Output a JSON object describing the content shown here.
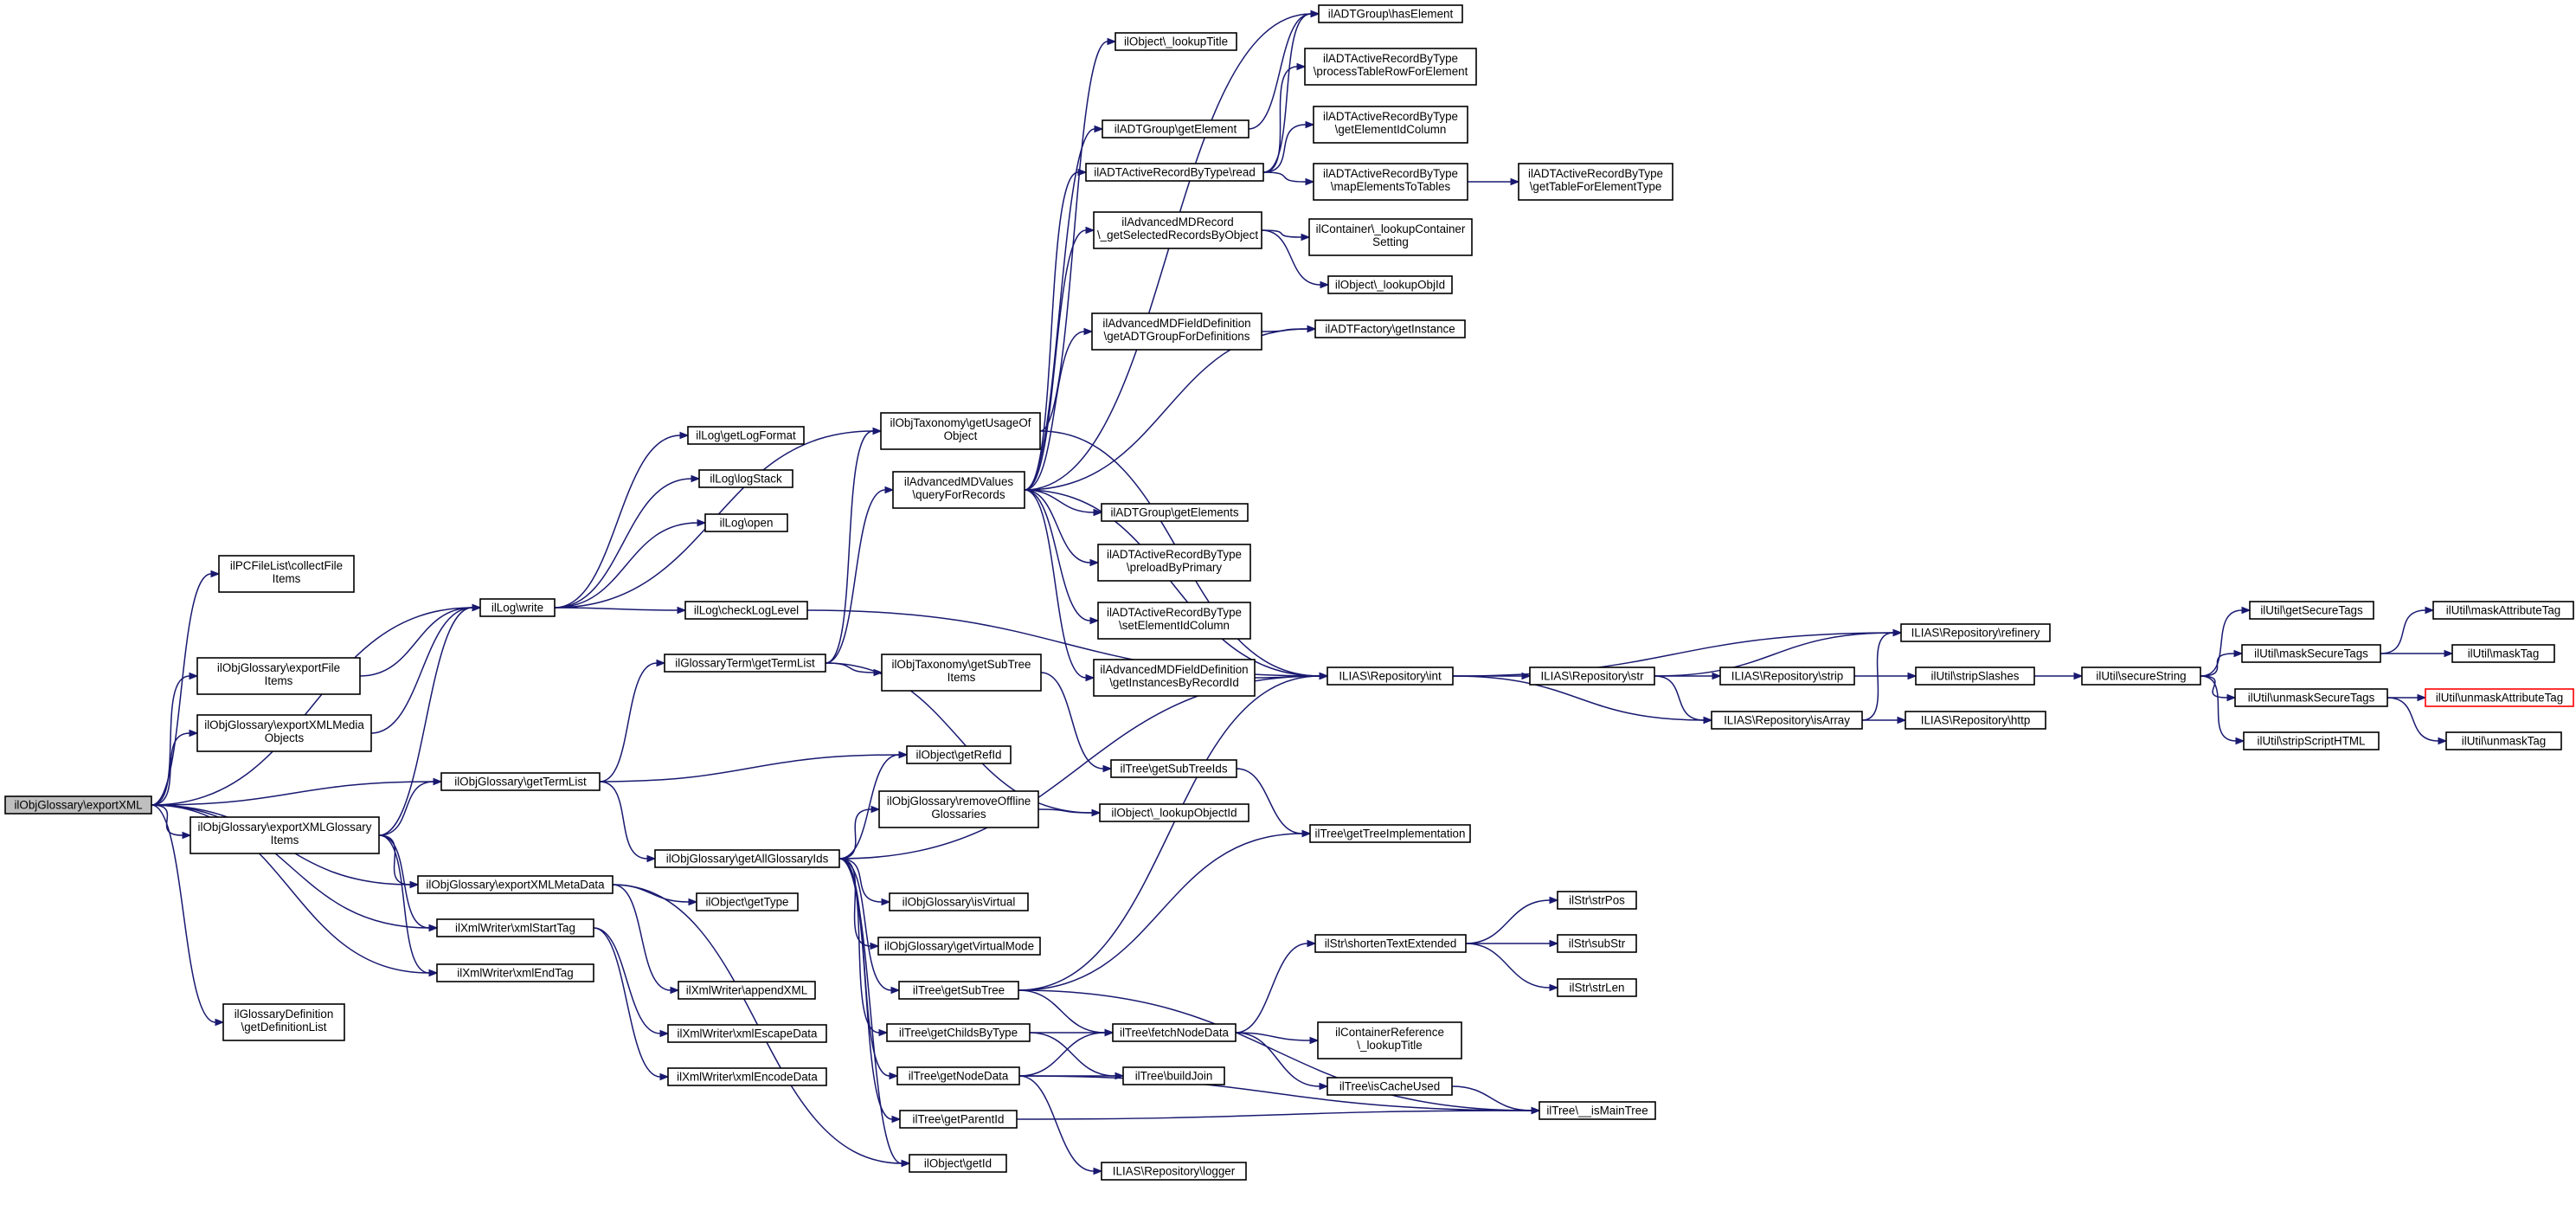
{
  "nodes": {
    "root": [
      "ilObjGlossary\\exportXML"
    ],
    "collectFile": [
      "ilPCFileList\\collectFile",
      "Items"
    ],
    "exportFile": [
      "ilObjGlossary\\exportFile",
      "Items"
    ],
    "exportXMLMedia": [
      "ilObjGlossary\\exportXMLMedia",
      "Objects"
    ],
    "exportXMLGlossaryItems": [
      "ilObjGlossary\\exportXMLGlossary",
      "Items"
    ],
    "getDefinitionList": [
      "ilGlossaryDefinition",
      "\\getDefinitionList"
    ],
    "logWrite": [
      "ilLog\\write"
    ],
    "objGetTermList": [
      "ilObjGlossary\\getTermList"
    ],
    "exportXMLMetaData": [
      "ilObjGlossary\\exportXMLMetaData"
    ],
    "xmlStartTag": [
      "ilXmlWriter\\xmlStartTag"
    ],
    "xmlEndTag": [
      "ilXmlWriter\\xmlEndTag"
    ],
    "getLogFormat": [
      "ilLog\\getLogFormat"
    ],
    "logStack": [
      "ilLog\\logStack"
    ],
    "logOpen": [
      "ilLog\\open"
    ],
    "checkLogLevel": [
      "ilLog\\checkLogLevel"
    ],
    "termGetTermList": [
      "ilGlossaryTerm\\getTermList"
    ],
    "getAllGlossaryIds": [
      "ilObjGlossary\\getAllGlossaryIds"
    ],
    "getType": [
      "ilObject\\getType"
    ],
    "appendXML": [
      "ilXmlWriter\\appendXML"
    ],
    "xmlEscapeData": [
      "ilXmlWriter\\xmlEscapeData"
    ],
    "xmlEncodeData": [
      "ilXmlWriter\\xmlEncodeData"
    ],
    "getUsageOfObject": [
      "ilObjTaxonomy\\getUsageOf",
      "Object"
    ],
    "queryForRecords": [
      "ilAdvancedMDValues",
      "\\queryForRecords"
    ],
    "getSubTreeItems": [
      "ilObjTaxonomy\\getSubTree",
      "Items"
    ],
    "getRefId": [
      "ilObject\\getRefId"
    ],
    "removeOffline": [
      "ilObjGlossary\\removeOffline",
      "Glossaries"
    ],
    "isVirtual": [
      "ilObjGlossary\\isVirtual"
    ],
    "getVirtualMode": [
      "ilObjGlossary\\getVirtualMode"
    ],
    "getSubTree": [
      "ilTree\\getSubTree"
    ],
    "getChildsByType": [
      "ilTree\\getChildsByType"
    ],
    "getNodeData": [
      "ilTree\\getNodeData"
    ],
    "getParentId": [
      "ilTree\\getParentId"
    ],
    "getId": [
      "ilObject\\getId"
    ],
    "lookupTitle": [
      "ilObject\\_lookupTitle"
    ],
    "groupGetElement": [
      "ilADTGroup\\getElement"
    ],
    "recordRead": [
      "ilADTActiveRecordByType\\read"
    ],
    "getSelectedRecordsByObject": [
      "ilAdvancedMDRecord",
      "\\_getSelectedRecordsByObject"
    ],
    "getADTGroupForDefinitions": [
      "ilAdvancedMDFieldDefinition",
      "\\getADTGroupForDefinitions"
    ],
    "groupGetElements": [
      "ilADTGroup\\getElements"
    ],
    "preloadByPrimary": [
      "ilADTActiveRecordByType",
      "\\preloadByPrimary"
    ],
    "setElementIdColumn": [
      "ilADTActiveRecordByType",
      "\\setElementIdColumn"
    ],
    "getInstancesByRecordId": [
      "ilAdvancedMDFieldDefinition",
      "\\getInstancesByRecordId"
    ],
    "getSubTreeIds": [
      "ilTree\\getSubTreeIds"
    ],
    "lookupObjectId": [
      "ilObject\\_lookupObjectId"
    ],
    "getTreeImplementation": [
      "ilTree\\getTreeImplementation"
    ],
    "fetchNodeData": [
      "ilTree\\fetchNodeData"
    ],
    "buildJoin": [
      "ilTree\\buildJoin"
    ],
    "repoLogger": [
      "ILIAS\\Repository\\logger"
    ],
    "hasElement": [
      "ilADTGroup\\hasElement"
    ],
    "processTableRowForElement": [
      "ilADTActiveRecordByType",
      "\\processTableRowForElement"
    ],
    "getElementIdColumn": [
      "ilADTActiveRecordByType",
      "\\getElementIdColumn"
    ],
    "mapElementsToTables": [
      "ilADTActiveRecordByType",
      "\\mapElementsToTables"
    ],
    "lookupContainerSetting": [
      "ilContainer\\_lookupContainer",
      "Setting"
    ],
    "lookupObjId": [
      "ilObject\\_lookupObjId"
    ],
    "adtFactoryGetInstance": [
      "ilADTFactory\\getInstance"
    ],
    "repoInt": [
      "ILIAS\\Repository\\int"
    ],
    "shortenTextExtended": [
      "ilStr\\shortenTextExtended"
    ],
    "containerRefLookupTitle": [
      "ilContainerReference",
      "\\_lookupTitle"
    ],
    "isCacheUsed": [
      "ilTree\\isCacheUsed"
    ],
    "getTableForElementType": [
      "ilADTActiveRecordByType",
      "\\getTableForElementType"
    ],
    "repoStr": [
      "ILIAS\\Repository\\str"
    ],
    "repoIsArray": [
      "ILIAS\\Repository\\isArray"
    ],
    "strPos": [
      "ilStr\\strPos"
    ],
    "subStr": [
      "ilStr\\subStr"
    ],
    "strLen": [
      "ilStr\\strLen"
    ],
    "isMainTree": [
      "ilTree\\__isMainTree"
    ],
    "repoStrip": [
      "ILIAS\\Repository\\strip"
    ],
    "repoRefinery": [
      "ILIAS\\Repository\\refinery"
    ],
    "repoHttp": [
      "ILIAS\\Repository\\http"
    ],
    "stripSlashes": [
      "ilUtil\\stripSlashes"
    ],
    "secureString": [
      "ilUtil\\secureString"
    ],
    "getSecureTags": [
      "ilUtil\\getSecureTags"
    ],
    "maskSecureTags": [
      "ilUtil\\maskSecureTags"
    ],
    "unmaskSecureTags": [
      "ilUtil\\unmaskSecureTags"
    ],
    "stripScriptHTML": [
      "ilUtil\\stripScriptHTML"
    ],
    "maskAttributeTag": [
      "ilUtil\\maskAttributeTag"
    ],
    "maskTag": [
      "ilUtil\\maskTag"
    ],
    "unmaskAttributeTag": [
      "ilUtil\\unmaskAttributeTag"
    ],
    "unmaskTag": [
      "ilUtil\\unmaskTag"
    ]
  }
}
